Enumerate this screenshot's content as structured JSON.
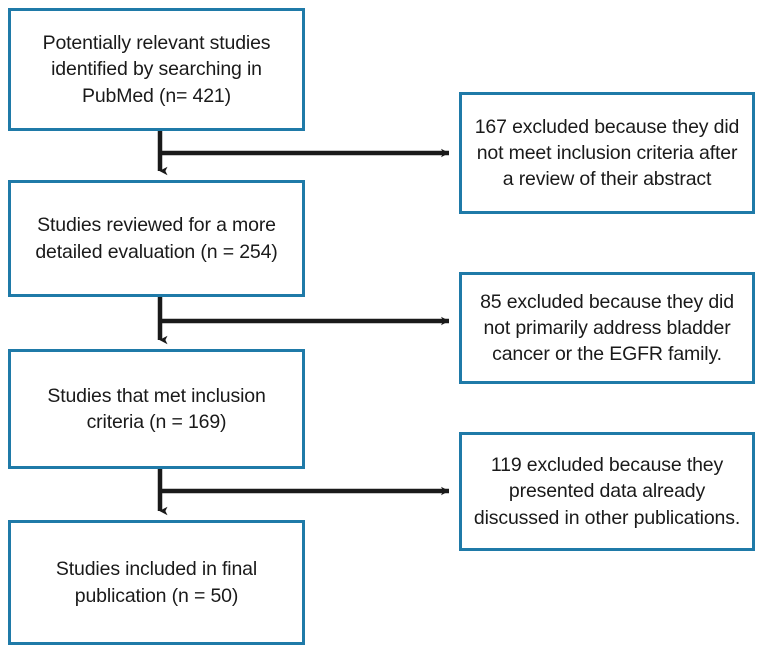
{
  "diagram": {
    "type": "flowchart",
    "title": "Study selection flow diagram",
    "orientation": "top-to-bottom with lateral exclusion branches",
    "colors": {
      "box_border": "#1f7aa8",
      "box_fill": "#ffffff",
      "arrow": "#1a1a1a",
      "text": "#1a1a1a",
      "background": "#ffffff"
    },
    "stages": [
      {
        "id": "identified",
        "text": "Potentially relevant studies identified by searching in PubMed (n= 421)",
        "count": 421
      },
      {
        "id": "reviewed",
        "text": "Studies reviewed for a more detailed evaluation (n = 254)",
        "count": 254
      },
      {
        "id": "met-inclusion",
        "text": "Studies that met inclusion criteria (n = 169)",
        "count": 169
      },
      {
        "id": "included-final",
        "text": "Studies included in final publication (n = 50)",
        "count": 50
      }
    ],
    "exclusions": [
      {
        "id": "excluded-abstract",
        "text": "167 excluded because they did not meet inclusion criteria after a review of their abstract",
        "count": 167
      },
      {
        "id": "excluded-topic",
        "text": "85 excluded because they did not primarily address bladder cancer or the EGFR family.",
        "count": 85
      },
      {
        "id": "excluded-duplicate",
        "text": "119 excluded because they presented data already discussed in other publications.",
        "count": 119
      }
    ],
    "connectors": [
      {
        "id": "down-arrow-1",
        "from": "identified",
        "to": "reviewed",
        "direction": "down"
      },
      {
        "id": "right-arrow-1",
        "from": "identified",
        "to": "excluded-abstract",
        "direction": "right"
      },
      {
        "id": "down-arrow-2",
        "from": "reviewed",
        "to": "met-inclusion",
        "direction": "down"
      },
      {
        "id": "right-arrow-2",
        "from": "reviewed",
        "to": "excluded-topic",
        "direction": "right"
      },
      {
        "id": "down-arrow-3",
        "from": "met-inclusion",
        "to": "included-final",
        "direction": "down"
      },
      {
        "id": "right-arrow-3",
        "from": "met-inclusion",
        "to": "excluded-duplicate",
        "direction": "right"
      }
    ]
  }
}
